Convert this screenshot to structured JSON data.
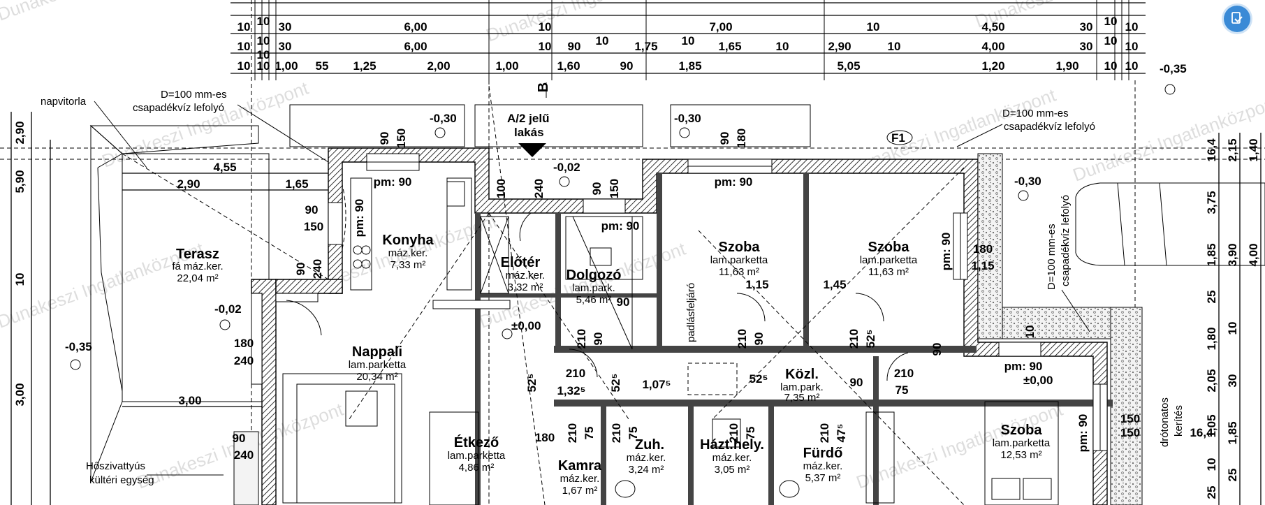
{
  "dimension_rows": [
    {
      "labels": [
        "10",
        "10",
        "30",
        "6,00",
        "10",
        "7,00",
        "10",
        "4,50",
        "30",
        "10",
        "10"
      ]
    },
    {
      "labels": [
        "10",
        "10",
        "10",
        "30",
        "6,00",
        "10",
        "90",
        "10",
        "1,75",
        "10",
        "1,65",
        "10",
        "2,90",
        "10",
        "4,00",
        "30",
        "10",
        "10"
      ]
    },
    {
      "labels": [
        "10",
        "10",
        "1,00",
        "55",
        "1,25",
        "2,00",
        "1,00",
        "1,60",
        "90",
        "1,85",
        "5,05",
        "1,20",
        "1,90",
        "10",
        "10"
      ]
    }
  ],
  "rooms": [
    {
      "name": "Terasz",
      "finish": "fá máz.ker.",
      "area": "22,04 m²"
    },
    {
      "name": "Konyha",
      "finish": "máz.ker.",
      "area": "7,33 m²"
    },
    {
      "name": "Előtér",
      "finish": "máz.ker.",
      "area": "3,32 m²"
    },
    {
      "name": "Dolgozó",
      "finish": "lam.park.",
      "area": "5,46 m²"
    },
    {
      "name": "Szoba",
      "finish": "lam.parketta",
      "area": "11,63 m²"
    },
    {
      "name": "Szoba",
      "finish": "lam.parketta",
      "area": "11,63 m²"
    },
    {
      "name": "Nappali",
      "finish": "lam.parketta",
      "area": "20,34 m²"
    },
    {
      "name": "Közl.",
      "finish": "lam.park.",
      "area": "7,35 m²"
    },
    {
      "name": "Étkező",
      "finish": "lam.parketta",
      "area": "4,86 m²"
    },
    {
      "name": "Kamra",
      "finish": "máz.ker.",
      "area": "1,67 m²"
    },
    {
      "name": "Zuh.",
      "finish": "máz.ker.",
      "area": "3,24 m²"
    },
    {
      "name": "Házt.hely.",
      "finish": "máz.ker.",
      "area": "3,05 m²"
    },
    {
      "name": "Fürdő",
      "finish": "máz.ker.",
      "area": "5,37 m²"
    },
    {
      "name": "Szoba",
      "finish": "lam.parketta",
      "area": "12,53 m²"
    }
  ],
  "notes": {
    "napvitorla": "napvitorla",
    "drain_left_1": "D=100 mm-es",
    "drain_left_2": "csapadékvíz lefolyó",
    "drain_right_1": "D=100 mm-es",
    "drain_right_2": "csapadékvíz lefolyó",
    "drain_vert_1": "D=100 mm-es",
    "drain_vert_2": "csapadékvíz lefolyó",
    "heatpump_1": "Hőszivattyús",
    "heatpump_2": "kültéri egység",
    "unit_1": "A/2 jelű",
    "unit_2": "lakás",
    "section_mark": "B",
    "f1": "F1",
    "attic": "padlásfeljáró",
    "fence_1": "drótonatos",
    "fence_2": "kerítés"
  },
  "levels": [
    "-0,30",
    "-0,30",
    "-0,02",
    "-0,30",
    "-0,35",
    "-0,02",
    "±0,00",
    "-0,35",
    "±0,00"
  ],
  "inner_dims": [
    "4,55",
    "2,90",
    "1,65",
    "3,00",
    "90",
    "150",
    "90",
    "240",
    "180",
    "240",
    "90",
    "240",
    "pm: 90",
    "pm: 90",
    "pm: 90",
    "pm: 90",
    "pm: 90",
    "pm: 90",
    "pm: 90",
    "100",
    "240",
    "90",
    "150",
    "90",
    "150",
    "90",
    "180",
    "180",
    "150",
    "1,15",
    "1,15",
    "1,45",
    "90",
    "210",
    "90",
    "210",
    "90",
    "210",
    "52⁵",
    "52⁵",
    "52⁵",
    "52⁵",
    "90",
    "210",
    "1,32⁵",
    "1,07⁵",
    "90",
    "210",
    "75",
    "210",
    "75",
    "210",
    "75",
    "210",
    "75",
    "210",
    "47⁵",
    "180",
    "150",
    "16,4",
    "16,4",
    "2,15",
    "3,75",
    "1,85",
    "25",
    "1,80",
    "2,05",
    "3,00",
    "1,85",
    "10",
    "1,05",
    "30",
    "10",
    "25",
    "25",
    "3,90",
    "4,00",
    "10",
    "1,40",
    "2,90",
    "5,90",
    "10"
  ],
  "watermark": "Dunakeszi Ingatlanközpont",
  "colors": {
    "badge": "#3a8ad6",
    "line": "#000000"
  },
  "badge_icon": "document-export-icon"
}
